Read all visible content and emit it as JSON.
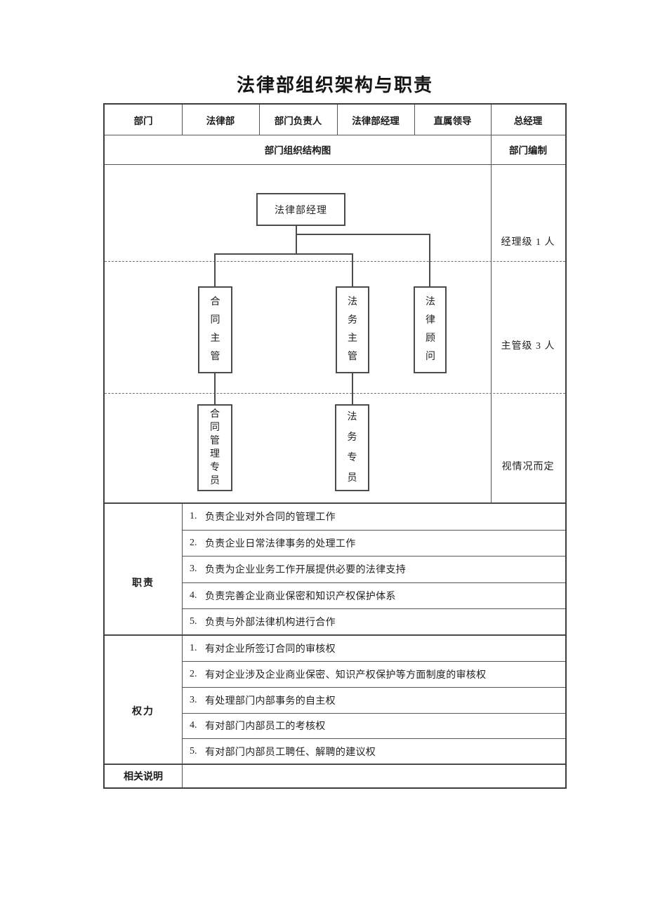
{
  "title": "法律部组织架构与职责",
  "colors": {
    "border": "#3d3d3d",
    "grid": "#565656",
    "text": "#1f1f1f"
  },
  "header": {
    "cells": [
      "部门",
      "法律部",
      "部门负责人",
      "法律部经理",
      "直属领导",
      "总经理"
    ]
  },
  "row2": {
    "org_chart_title": "部门组织结构图",
    "staffing_title": "部门编制"
  },
  "org_chart": {
    "manager": "法律部经理",
    "contract_supervisor": "合同主管",
    "legal_supervisor": "法务主管",
    "legal_counsel": "法律顾问",
    "contract_specialist": "合同管理专员",
    "legal_specialist": "法务专员"
  },
  "staffing": {
    "manager_level": "经理级 1 人",
    "supervisor_level": "主管级 3 人",
    "specialist_level": "视情况而定"
  },
  "duties": {
    "label": "职责",
    "items": [
      {
        "num": "1.",
        "text": "负责企业对外合同的管理工作"
      },
      {
        "num": "2.",
        "text": "负责企业日常法律事务的处理工作"
      },
      {
        "num": "3.",
        "text": "负责为企业业务工作开展提供必要的法律支持"
      },
      {
        "num": "4.",
        "text": "负责完善企业商业保密和知识产权保护体系"
      },
      {
        "num": "5.",
        "text": "负责与外部法律机构进行合作"
      }
    ]
  },
  "powers": {
    "label": "权力",
    "items": [
      {
        "num": "1.",
        "text": "有对企业所签订合同的审核权"
      },
      {
        "num": "2.",
        "text": "有对企业涉及企业商业保密、知识产权保护等方面制度的审核权"
      },
      {
        "num": "3.",
        "text": "有处理部门内部事务的自主权"
      },
      {
        "num": "4.",
        "text": "有对部门内部员工的考核权"
      },
      {
        "num": "5.",
        "text": "有对部门内部员工聘任、解聘的建议权"
      }
    ]
  },
  "notes": {
    "label": "相关说明",
    "content": ""
  }
}
